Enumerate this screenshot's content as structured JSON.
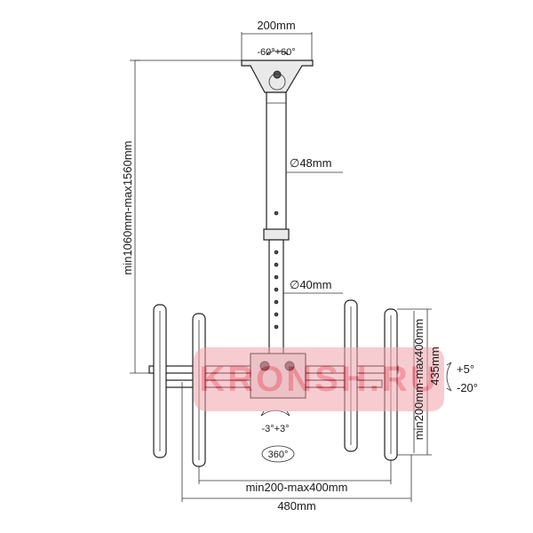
{
  "labels": {
    "top_width": "200mm",
    "swivel_top": "-60°+60°",
    "pole_upper_diameter": "∅48mm",
    "pole_lower_diameter": "∅40mm",
    "height_range": "min1060mm-max1560mm",
    "vesa_vertical": "min200mm-max400mm",
    "plate_height": "435mm",
    "tilt": [
      "+5°",
      "-20°"
    ],
    "swivel_bottom": "-3°+3°",
    "rotate": "360°",
    "vesa_horizontal": "min200-max400mm",
    "overall_width": "480mm"
  },
  "watermark": {
    "text": "KRONSH.RU",
    "color": "#e8465a"
  }
}
